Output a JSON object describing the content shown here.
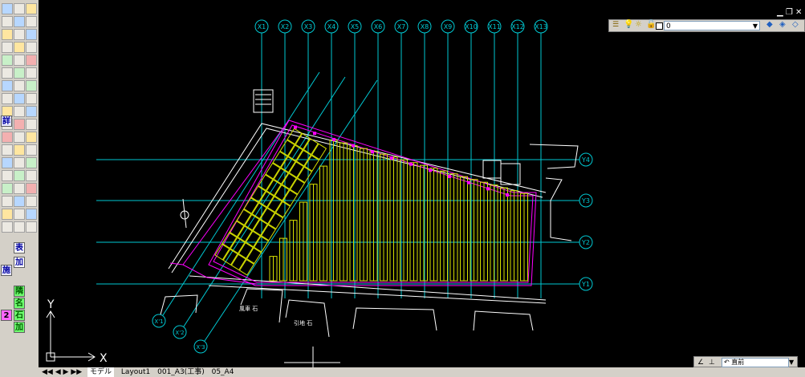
{
  "grid": {
    "columns": [
      "X1",
      "X2",
      "X3",
      "X4",
      "X5",
      "X6",
      "X7",
      "X8",
      "X9",
      "X10",
      "X11",
      "X12",
      "X13"
    ],
    "rows": [
      "Y4",
      "Y3",
      "Y2",
      "Y1"
    ],
    "diagonal": [
      "X'1",
      "X'2",
      "X'3"
    ]
  },
  "ucs": {
    "y_label": "Y",
    "x_label": "X"
  },
  "annotations": {
    "left": "風車 石",
    "bottom": "引地 石"
  },
  "layer_toolbar": {
    "current_layer": "0"
  },
  "layout_tabs": [
    "モデル",
    "Layout1",
    "001_A3(工事)",
    "05_A4"
  ],
  "command": {
    "label": "直前"
  },
  "left_toolbar_labels": [
    "詳",
    "表",
    "加",
    "隣",
    "名",
    "石",
    "2",
    "加",
    "施"
  ],
  "colors": {
    "grid": "#00c8d2",
    "boundary": "#ff00ff",
    "panel": "#d6e000",
    "bg": "#000000",
    "white": "#ffffff"
  }
}
